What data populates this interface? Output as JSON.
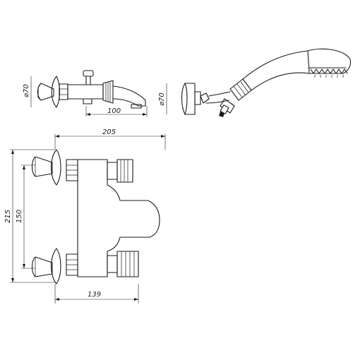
{
  "dimensions": {
    "faucet_top_diameter": "⌀70",
    "spout_length": "100",
    "holder_diameter": "⌀70",
    "total_width": "205",
    "total_height": "215",
    "center_distance": "150",
    "depth": "139"
  }
}
